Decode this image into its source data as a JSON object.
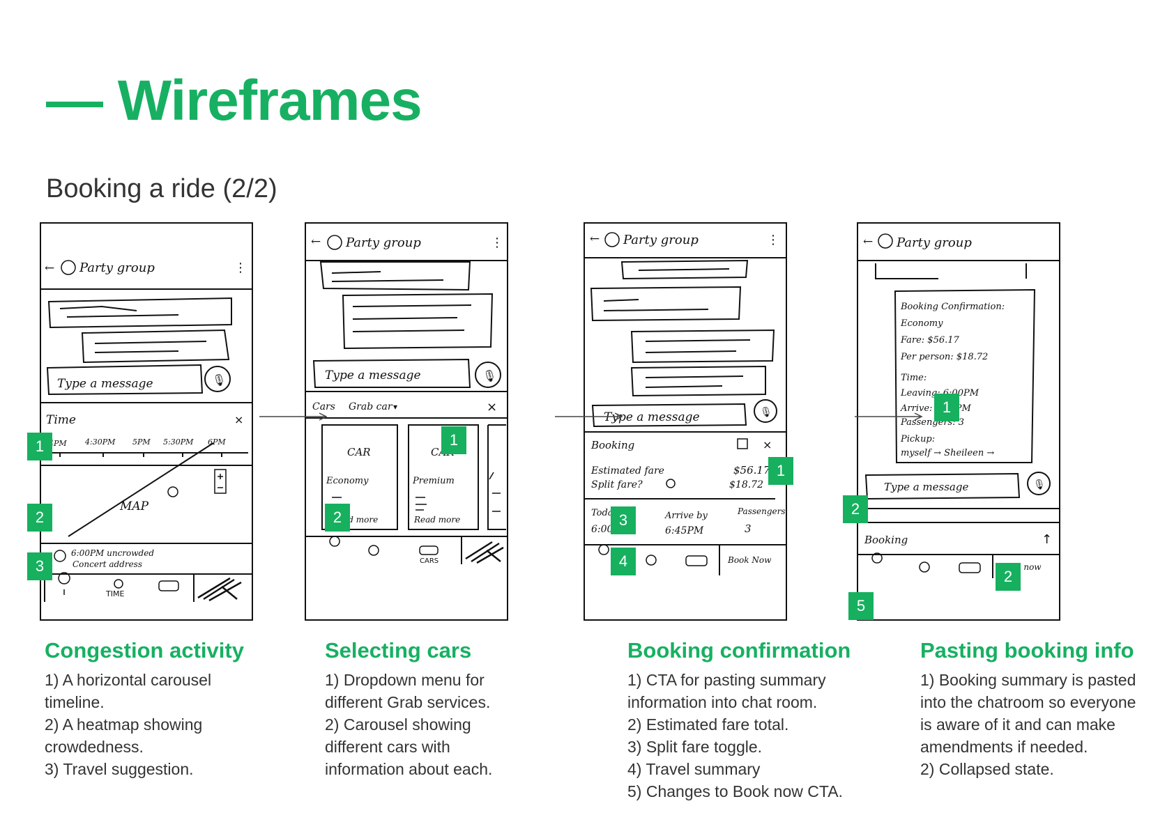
{
  "header": {
    "title": "— Wireframes",
    "subtitle": "Booking a ride (2/2)"
  },
  "sketch_text": {
    "chat_header": "Party group",
    "message_box": "Type a message",
    "time_label": "Time",
    "timeline": [
      "4PM",
      "4:30PM",
      "5PM",
      "5:30PM",
      "6PM"
    ],
    "map_label": "MAP",
    "suggestion_1": "6:00PM uncrowded",
    "suggestion_2": "Concert address",
    "nav_time": "TIME",
    "cars_label": "Cars",
    "grab_car": "Grab car",
    "car": "CAR",
    "economy": "Economy",
    "premium": "Premium",
    "read_more": "Read more",
    "nav_cars": "CARS",
    "booking": "Booking",
    "estimated_fare": "Estimated fare",
    "fare_value": "$56.17",
    "split_fare": "Split fare?",
    "split_value": "$18.72",
    "today": "Today",
    "time_value": "6:00PM",
    "arrive_by": "Arrive by",
    "arrive_value": "6:45PM",
    "passengers": "Passengers",
    "passengers_value": "3",
    "book_now": "Book Now",
    "conf_title": "Booking Confirmation:",
    "conf_economy": "Economy",
    "conf_fare": "Fare: $56.17",
    "conf_per": "Per person: $18.72",
    "conf_time": "Time:",
    "conf_leaving": "Leaving: 6:00PM",
    "conf_arrive": "Arrive: 6:45PM",
    "conf_passengers": "Passengers: 3",
    "conf_pickup": "Pickup:",
    "conf_pickup_val": "myself → Sheileen →",
    "book_now_2": "Book now"
  },
  "columns": [
    {
      "title": "Congestion activity",
      "lines": [
        "1) A horizontal carousel",
        "timeline.",
        "2) A heatmap showing",
        "crowdedness.",
        "3) Travel suggestion."
      ]
    },
    {
      "title": "Selecting cars",
      "lines": [
        "1) Dropdown menu for",
        "different Grab services.",
        "2) Carousel showing",
        "different cars with",
        "information about each."
      ]
    },
    {
      "title": "Booking confirmation",
      "lines": [
        "1) CTA for pasting summary",
        "information into chat room.",
        "2) Estimated fare total.",
        "3) Split fare toggle.",
        "4) Travel summary",
        "5) Changes to Book now CTA."
      ]
    },
    {
      "title": "Pasting booking info",
      "lines": [
        "1) Booking summary is pasted",
        "into the chatroom so everyone",
        "is aware of it and can make",
        "amendments if needed.",
        "2) Collapsed state."
      ]
    }
  ],
  "markers": [
    "1",
    "2",
    "3",
    "1",
    "2",
    "1",
    "2",
    "3",
    "4",
    "5",
    "1",
    "2"
  ],
  "colors": {
    "accent": "#17b062",
    "marker": "#16b05f"
  }
}
